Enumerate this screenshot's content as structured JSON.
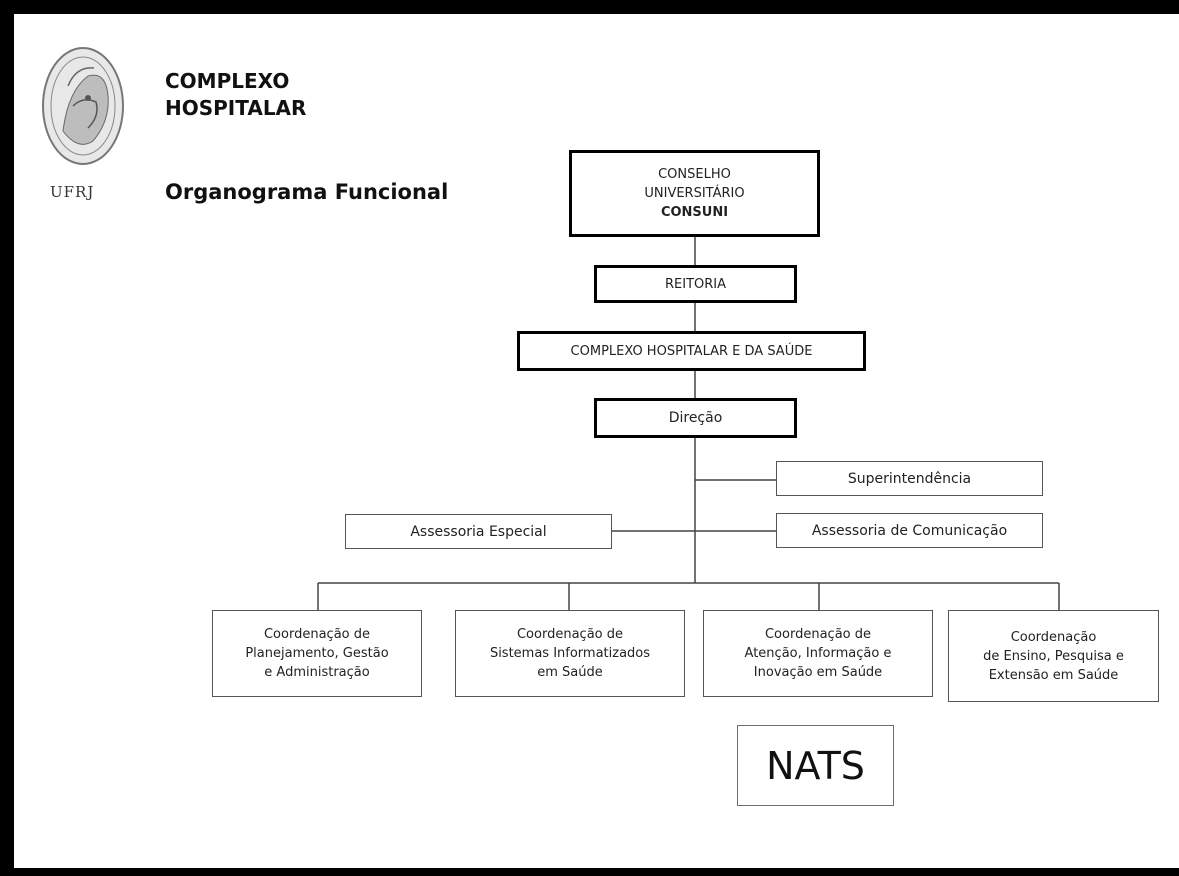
{
  "header": {
    "title_line1": "COMPLEXO",
    "title_line2": "HOSPITALAR",
    "subtitle": "Organograma Funcional",
    "logo_text": "UFRJ"
  },
  "org": {
    "consuni": [
      "CONSELHO",
      "UNIVERSITÁRIO",
      "CONSUNI"
    ],
    "reitoria": "REITORIA",
    "complexo": "COMPLEXO HOSPITALAR E DA SAÚDE",
    "direcao": "Direção",
    "superintendencia": "Superintendência",
    "assessoria_especial": "Assessoria Especial",
    "assessoria_comunicacao": "Assessoria de Comunicação",
    "coordenacoes": [
      [
        "Coordenação de",
        "Planejamento, Gestão",
        "e Administração"
      ],
      [
        "Coordenação de",
        "Sistemas Informatizados",
        "em Saúde"
      ],
      [
        "Coordenação de",
        "Atenção, Informação e",
        "Inovação em Saúde"
      ],
      [
        "Coordenação",
        "de Ensino, Pesquisa e",
        "Extensão em Saúde"
      ]
    ]
  },
  "callout": {
    "label": "NATS"
  },
  "colors": {
    "frame": "#000000",
    "callout_border": "#3b78b5"
  }
}
